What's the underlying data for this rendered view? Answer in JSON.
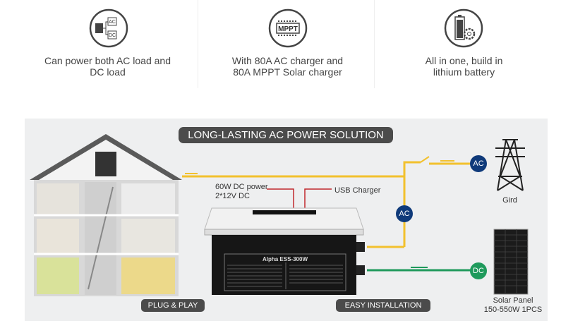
{
  "features": [
    {
      "icon": "ac-dc-split-icon",
      "text_line1": "Can power both AC load and",
      "text_line2": "DC load",
      "icon_labels": [
        "AC",
        "DC"
      ]
    },
    {
      "icon": "mppt-chip-icon",
      "text_line1": "With 80A AC charger and",
      "text_line2": "80A MPPT Solar charger",
      "icon_label": "MPPT"
    },
    {
      "icon": "battery-gear-icon",
      "text_line1": "All in one, build in",
      "text_line2": "lithium battery"
    }
  ],
  "diagram": {
    "title": "LONG-LASTING AC POWER SOLUTION",
    "dc_power_line1": "60W DC power",
    "dc_power_line2": "2*12V DC",
    "usb_label": "USB Charger",
    "device_model": "Alpha ESS-300W",
    "ac_badge": "AC",
    "dc_badge": "DC",
    "grid_label": "Gird",
    "solar_line1": "Solar Panel",
    "solar_line2": "150-550W  1PCS",
    "plug_play": "PLUG & PLAY",
    "easy_install": "EASY INSTALLATION",
    "colors": {
      "ac_line": "#f2c12e",
      "dc_line": "#1f9a5c",
      "ac_badge": "#0f3a7a",
      "dc_badge": "#1f9a5c",
      "pill": "#4b4b4b"
    }
  }
}
